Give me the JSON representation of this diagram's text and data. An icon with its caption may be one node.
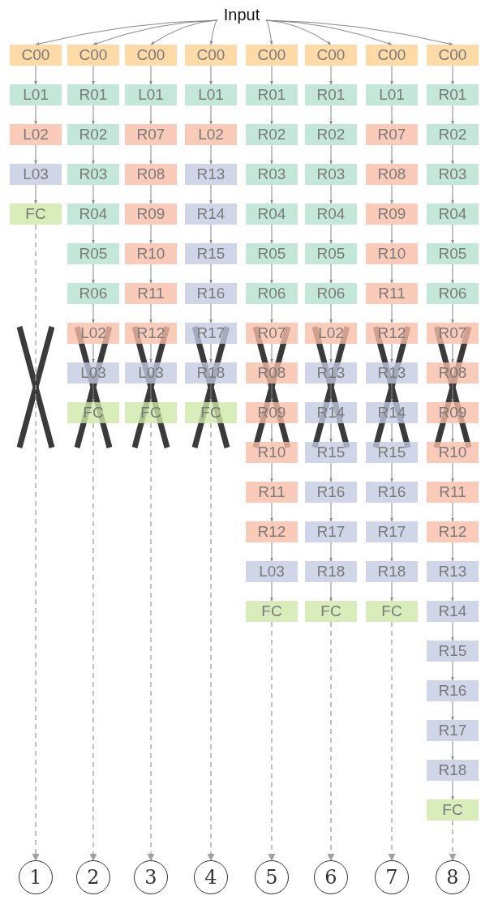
{
  "diagram": {
    "nodes": [
      {
        "text": [
          "Input"
        ]
      },
      {
        "text": [
          "C00"
        ]
      },
      {
        "text": [
          "L01"
        ]
      },
      {
        "text": [
          "L02"
        ]
      },
      {
        "text": [
          "L03"
        ]
      },
      {
        "text": [
          "FC"
        ]
      },
      {
        "text": [
          "C00"
        ]
      },
      {
        "text": [
          "R01"
        ]
      },
      {
        "text": [
          "R02"
        ]
      },
      {
        "text": [
          "R03"
        ]
      },
      {
        "text": [
          "R04"
        ]
      },
      {
        "text": [
          "R05"
        ]
      },
      {
        "text": [
          "R06"
        ]
      },
      {
        "text": [
          "L02"
        ]
      },
      {
        "text": [
          "L03"
        ]
      },
      {
        "text": [
          "FC"
        ]
      },
      {
        "text": [
          "C00"
        ]
      },
      {
        "text": [
          "L01"
        ]
      },
      {
        "text": [
          "R07"
        ]
      },
      {
        "text": [
          "R08"
        ]
      },
      {
        "text": [
          "R09"
        ]
      },
      {
        "text": [
          "R10"
        ]
      },
      {
        "text": [
          "R11"
        ]
      },
      {
        "text": [
          "R12"
        ]
      },
      {
        "text": [
          "L03"
        ]
      },
      {
        "text": [
          "FC"
        ]
      },
      {
        "text": [
          "C00"
        ]
      },
      {
        "text": [
          "L01"
        ]
      },
      {
        "text": [
          "L02"
        ]
      },
      {
        "text": [
          "R13"
        ]
      },
      {
        "text": [
          "R14"
        ]
      },
      {
        "text": [
          "R15"
        ]
      },
      {
        "text": [
          "R16"
        ]
      },
      {
        "text": [
          "R17"
        ]
      },
      {
        "text": [
          "R18"
        ]
      },
      {
        "text": [
          "FC"
        ]
      },
      {
        "text": [
          "C00"
        ]
      },
      {
        "text": [
          "R01"
        ]
      },
      {
        "text": [
          "R02"
        ]
      },
      {
        "text": [
          "R03"
        ]
      },
      {
        "text": [
          "R04"
        ]
      },
      {
        "text": [
          "R05"
        ]
      },
      {
        "text": [
          "R06"
        ]
      },
      {
        "text": [
          "R07"
        ]
      },
      {
        "text": [
          "R08"
        ]
      },
      {
        "text": [
          "R09"
        ]
      },
      {
        "text": [
          "R10"
        ]
      },
      {
        "text": [
          "R11"
        ]
      },
      {
        "text": [
          "R12"
        ]
      },
      {
        "text": [
          "L03"
        ]
      },
      {
        "text": [
          "FC"
        ]
      },
      {
        "text": [
          "C00"
        ]
      },
      {
        "text": [
          "R01"
        ]
      },
      {
        "text": [
          "R02"
        ]
      },
      {
        "text": [
          "R03"
        ]
      },
      {
        "text": [
          "R04"
        ]
      },
      {
        "text": [
          "R05"
        ]
      },
      {
        "text": [
          "R06"
        ]
      },
      {
        "text": [
          "L02"
        ]
      },
      {
        "text": [
          "R13"
        ]
      },
      {
        "text": [
          "R14"
        ]
      },
      {
        "text": [
          "R15"
        ]
      },
      {
        "text": [
          "R16"
        ]
      },
      {
        "text": [
          "R17"
        ]
      },
      {
        "text": [
          "R18"
        ]
      },
      {
        "text": [
          "FC"
        ]
      },
      {
        "text": [
          "C00"
        ]
      },
      {
        "text": [
          "L01"
        ]
      },
      {
        "text": [
          "R07"
        ]
      },
      {
        "text": [
          "R08"
        ]
      },
      {
        "text": [
          "R09"
        ]
      },
      {
        "text": [
          "R10"
        ]
      },
      {
        "text": [
          "R11"
        ]
      },
      {
        "text": [
          "R12"
        ]
      },
      {
        "text": [
          "R13"
        ]
      },
      {
        "text": [
          "R14"
        ]
      },
      {
        "text": [
          "R15"
        ]
      },
      {
        "text": [
          "R16"
        ]
      },
      {
        "text": [
          "R17"
        ]
      },
      {
        "text": [
          "R18"
        ]
      },
      {
        "text": [
          "FC"
        ]
      },
      {
        "text": [
          "C00"
        ]
      },
      {
        "text": [
          "R01"
        ]
      },
      {
        "text": [
          "R02"
        ]
      },
      {
        "text": [
          "R03"
        ]
      },
      {
        "text": [
          "R04"
        ]
      },
      {
        "text": [
          "R05"
        ]
      },
      {
        "text": [
          "R06"
        ]
      },
      {
        "text": [
          "R07"
        ]
      },
      {
        "text": [
          "R08"
        ]
      },
      {
        "text": [
          "R09"
        ]
      },
      {
        "text": [
          "R10"
        ]
      },
      {
        "text": [
          "R11"
        ]
      },
      {
        "text": [
          "R12"
        ]
      },
      {
        "text": [
          "R13"
        ]
      },
      {
        "text": [
          "R14"
        ]
      },
      {
        "text": [
          "R15"
        ]
      },
      {
        "text": [
          "R16"
        ]
      },
      {
        "text": [
          "R17"
        ]
      },
      {
        "text": [
          "R18"
        ]
      },
      {
        "text": [
          "FC"
        ]
      },
      {
        "text": [
          "1"
        ]
      },
      {
        "text": [
          "2"
        ]
      },
      {
        "text": [
          "3"
        ]
      },
      {
        "text": [
          "4"
        ]
      },
      {
        "text": [
          "5"
        ]
      },
      {
        "text": [
          "6"
        ]
      },
      {
        "text": [
          "7"
        ]
      },
      {
        "text": [
          "8"
        ]
      }
    ],
    "edges": [
      {
        "from": 0,
        "to": 1,
        "arrow": "to"
      },
      {
        "from": 0,
        "to": 6,
        "arrow": "to"
      },
      {
        "from": 0,
        "to": 16,
        "arrow": "to"
      },
      {
        "from": 0,
        "to": 26,
        "arrow": "to"
      },
      {
        "from": 0,
        "to": 36,
        "arrow": "to"
      },
      {
        "from": 0,
        "to": 51,
        "arrow": "to"
      },
      {
        "from": 0,
        "to": 66,
        "arrow": "to"
      },
      {
        "from": 0,
        "to": 81,
        "arrow": "to"
      },
      {
        "from": 1,
        "to": 2,
        "arrow": "to"
      },
      {
        "from": 2,
        "to": 3,
        "arrow": "to"
      },
      {
        "from": 3,
        "to": 4,
        "arrow": "to"
      },
      {
        "from": 4,
        "to": 5,
        "arrow": "to"
      },
      {
        "from": 6,
        "to": 7,
        "arrow": "to"
      },
      {
        "from": 7,
        "to": 8,
        "arrow": "to"
      },
      {
        "from": 8,
        "to": 9,
        "arrow": "to"
      },
      {
        "from": 9,
        "to": 10,
        "arrow": "to"
      },
      {
        "from": 10,
        "to": 11,
        "arrow": "to"
      },
      {
        "from": 11,
        "to": 12,
        "arrow": "to"
      },
      {
        "from": 12,
        "to": 13,
        "arrow": "to"
      },
      {
        "from": 13,
        "to": 14,
        "arrow": "to"
      },
      {
        "from": 14,
        "to": 15,
        "arrow": "to"
      },
      {
        "from": 16,
        "to": 17,
        "arrow": "to"
      },
      {
        "from": 17,
        "to": 18,
        "arrow": "to"
      },
      {
        "from": 18,
        "to": 19,
        "arrow": "to"
      },
      {
        "from": 19,
        "to": 20,
        "arrow": "to"
      },
      {
        "from": 20,
        "to": 21,
        "arrow": "to"
      },
      {
        "from": 21,
        "to": 22,
        "arrow": "to"
      },
      {
        "from": 22,
        "to": 23,
        "arrow": "to"
      },
      {
        "from": 23,
        "to": 24,
        "arrow": "to"
      },
      {
        "from": 24,
        "to": 25,
        "arrow": "to"
      },
      {
        "from": 26,
        "to": 27,
        "arrow": "to"
      },
      {
        "from": 27,
        "to": 28,
        "arrow": "to"
      },
      {
        "from": 28,
        "to": 29,
        "arrow": "to"
      },
      {
        "from": 29,
        "to": 30,
        "arrow": "to"
      },
      {
        "from": 30,
        "to": 31,
        "arrow": "to"
      },
      {
        "from": 31,
        "to": 32,
        "arrow": "to"
      },
      {
        "from": 32,
        "to": 33,
        "arrow": "to"
      },
      {
        "from": 33,
        "to": 34,
        "arrow": "to"
      },
      {
        "from": 34,
        "to": 35,
        "arrow": "to"
      },
      {
        "from": 36,
        "to": 37,
        "arrow": "to"
      },
      {
        "from": 37,
        "to": 38,
        "arrow": "to"
      },
      {
        "from": 38,
        "to": 39,
        "arrow": "to"
      },
      {
        "from": 39,
        "to": 40,
        "arrow": "to"
      },
      {
        "from": 40,
        "to": 41,
        "arrow": "to"
      },
      {
        "from": 41,
        "to": 42,
        "arrow": "to"
      },
      {
        "from": 42,
        "to": 43,
        "arrow": "to"
      },
      {
        "from": 43,
        "to": 44,
        "arrow": "to"
      },
      {
        "from": 44,
        "to": 45,
        "arrow": "to"
      },
      {
        "from": 45,
        "to": 46,
        "arrow": "to"
      },
      {
        "from": 46,
        "to": 47,
        "arrow": "to"
      },
      {
        "from": 47,
        "to": 48,
        "arrow": "to"
      },
      {
        "from": 48,
        "to": 49,
        "arrow": "to"
      },
      {
        "from": 49,
        "to": 50,
        "arrow": "to"
      },
      {
        "from": 51,
        "to": 52,
        "arrow": "to"
      },
      {
        "from": 52,
        "to": 53,
        "arrow": "to"
      },
      {
        "from": 53,
        "to": 54,
        "arrow": "to"
      },
      {
        "from": 54,
        "to": 55,
        "arrow": "to"
      },
      {
        "from": 55,
        "to": 56,
        "arrow": "to"
      },
      {
        "from": 56,
        "to": 57,
        "arrow": "to"
      },
      {
        "from": 57,
        "to": 58,
        "arrow": "to"
      },
      {
        "from": 58,
        "to": 59,
        "arrow": "to"
      },
      {
        "from": 59,
        "to": 60,
        "arrow": "to"
      },
      {
        "from": 60,
        "to": 61,
        "arrow": "to"
      },
      {
        "from": 61,
        "to": 62,
        "arrow": "to"
      },
      {
        "from": 62,
        "to": 63,
        "arrow": "to"
      },
      {
        "from": 63,
        "to": 64,
        "arrow": "to"
      },
      {
        "from": 64,
        "to": 65,
        "arrow": "to"
      },
      {
        "from": 66,
        "to": 67,
        "arrow": "to"
      },
      {
        "from": 67,
        "to": 68,
        "arrow": "to"
      },
      {
        "from": 68,
        "to": 69,
        "arrow": "to"
      },
      {
        "from": 69,
        "to": 70,
        "arrow": "to"
      },
      {
        "from": 70,
        "to": 71,
        "arrow": "to"
      },
      {
        "from": 71,
        "to": 72,
        "arrow": "to"
      },
      {
        "from": 72,
        "to": 73,
        "arrow": "to"
      },
      {
        "from": 73,
        "to": 74,
        "arrow": "to"
      },
      {
        "from": 74,
        "to": 75,
        "arrow": "to"
      },
      {
        "from": 75,
        "to": 76,
        "arrow": "to"
      },
      {
        "from": 76,
        "to": 77,
        "arrow": "to"
      },
      {
        "from": 77,
        "to": 78,
        "arrow": "to"
      },
      {
        "from": 78,
        "to": 79,
        "arrow": "to"
      },
      {
        "from": 79,
        "to": 80,
        "arrow": "to"
      },
      {
        "from": 81,
        "to": 82,
        "arrow": "to"
      },
      {
        "from": 82,
        "to": 83,
        "arrow": "to"
      },
      {
        "from": 83,
        "to": 84,
        "arrow": "to"
      },
      {
        "from": 84,
        "to": 85,
        "arrow": "to"
      },
      {
        "from": 85,
        "to": 86,
        "arrow": "to"
      },
      {
        "from": 86,
        "to": 87,
        "arrow": "to"
      },
      {
        "from": 87,
        "to": 88,
        "arrow": "to"
      },
      {
        "from": 88,
        "to": 89,
        "arrow": "to"
      },
      {
        "from": 89,
        "to": 90,
        "arrow": "to"
      },
      {
        "from": 90,
        "to": 91,
        "arrow": "to"
      },
      {
        "from": 91,
        "to": 92,
        "arrow": "to"
      },
      {
        "from": 92,
        "to": 93,
        "arrow": "to"
      },
      {
        "from": 93,
        "to": 94,
        "arrow": "to"
      },
      {
        "from": 94,
        "to": 95,
        "arrow": "to"
      },
      {
        "from": 95,
        "to": 96,
        "arrow": "to"
      },
      {
        "from": 96,
        "to": 97,
        "arrow": "to"
      },
      {
        "from": 97,
        "to": 98,
        "arrow": "to"
      },
      {
        "from": 98,
        "to": 99,
        "arrow": "to"
      },
      {
        "from": 99,
        "to": 100,
        "arrow": "to"
      },
      {
        "from": 5,
        "to": 101,
        "arrow": "to",
        "style": "dashed"
      },
      {
        "from": 15,
        "to": 102,
        "arrow": "to",
        "style": "dashed"
      },
      {
        "from": 25,
        "to": 103,
        "arrow": "to",
        "style": "dashed"
      },
      {
        "from": 35,
        "to": 104,
        "arrow": "to",
        "style": "dashed"
      },
      {
        "from": 50,
        "to": 105,
        "arrow": "to",
        "style": "dashed"
      },
      {
        "from": 65,
        "to": 106,
        "arrow": "to",
        "style": "dashed"
      },
      {
        "from": 80,
        "to": 107,
        "arrow": "to",
        "style": "dashed"
      },
      {
        "from": 100,
        "to": 108,
        "arrow": "to",
        "style": "dashed"
      }
    ]
  }
}
